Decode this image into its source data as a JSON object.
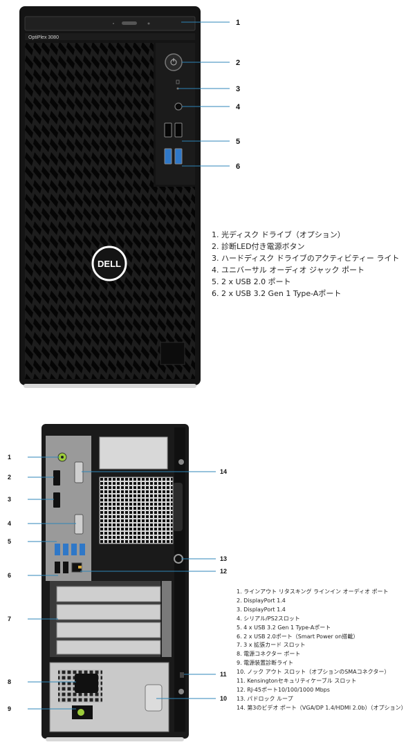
{
  "front": {
    "model_label": "OptiPlex 3080",
    "logo_text": "DELL",
    "callouts": [
      "1",
      "2",
      "3",
      "4",
      "5",
      "6"
    ],
    "legend": [
      "1. 光ディスク ドライブ（オプション）",
      "2. 診断LED付き電源ボタン",
      "3. ハードディスク ドライブのアクティビティー ライト",
      "4. ユニバーサル オーディオ ジャック ポート",
      "5. 2 x USB 2.0 ポート",
      "6. 2 x USB 3.2 Gen 1 Type-Aポート"
    ]
  },
  "rear": {
    "callouts_left": [
      "1",
      "2",
      "3",
      "4",
      "5",
      "6",
      "7",
      "8",
      "9"
    ],
    "callouts_right": [
      "14",
      "13",
      "12",
      "11",
      "10"
    ],
    "legend": [
      "1. ラインアウト リタスキング ラインイン オーディオ ポート",
      "2. DisplayPort 1.4",
      "3. DisplayPort 1.4",
      "4. シリアル/PS2スロット",
      "5. 4 x USB 3.2 Gen 1 Type-Aポート",
      "6. 2 x USB 2.0ポート（Smart Power on搭載）",
      "7. 3 x 拡張カード スロット",
      "8. 電源コネクター ポート",
      "9. 電源装置診断ライト",
      "10. ノック アウト スロット（オプションのSMAコネクター）",
      "11. Kensingtonセキュリティケーブル スロット",
      "12. RJ-45ポート10/100/1000 Mbps",
      "13. パドロック ループ",
      "14. 第3のビデオ ポート（VGA/DP 1.4/HDMI 2.0b）（オプション）"
    ]
  },
  "colors": {
    "case": "#141414",
    "bezel": "#1b1b1b",
    "leader": "#2e86b8",
    "usb3": "#2f78c8",
    "steel": "#b9b9b9",
    "audio_green": "#9ccc3a"
  }
}
